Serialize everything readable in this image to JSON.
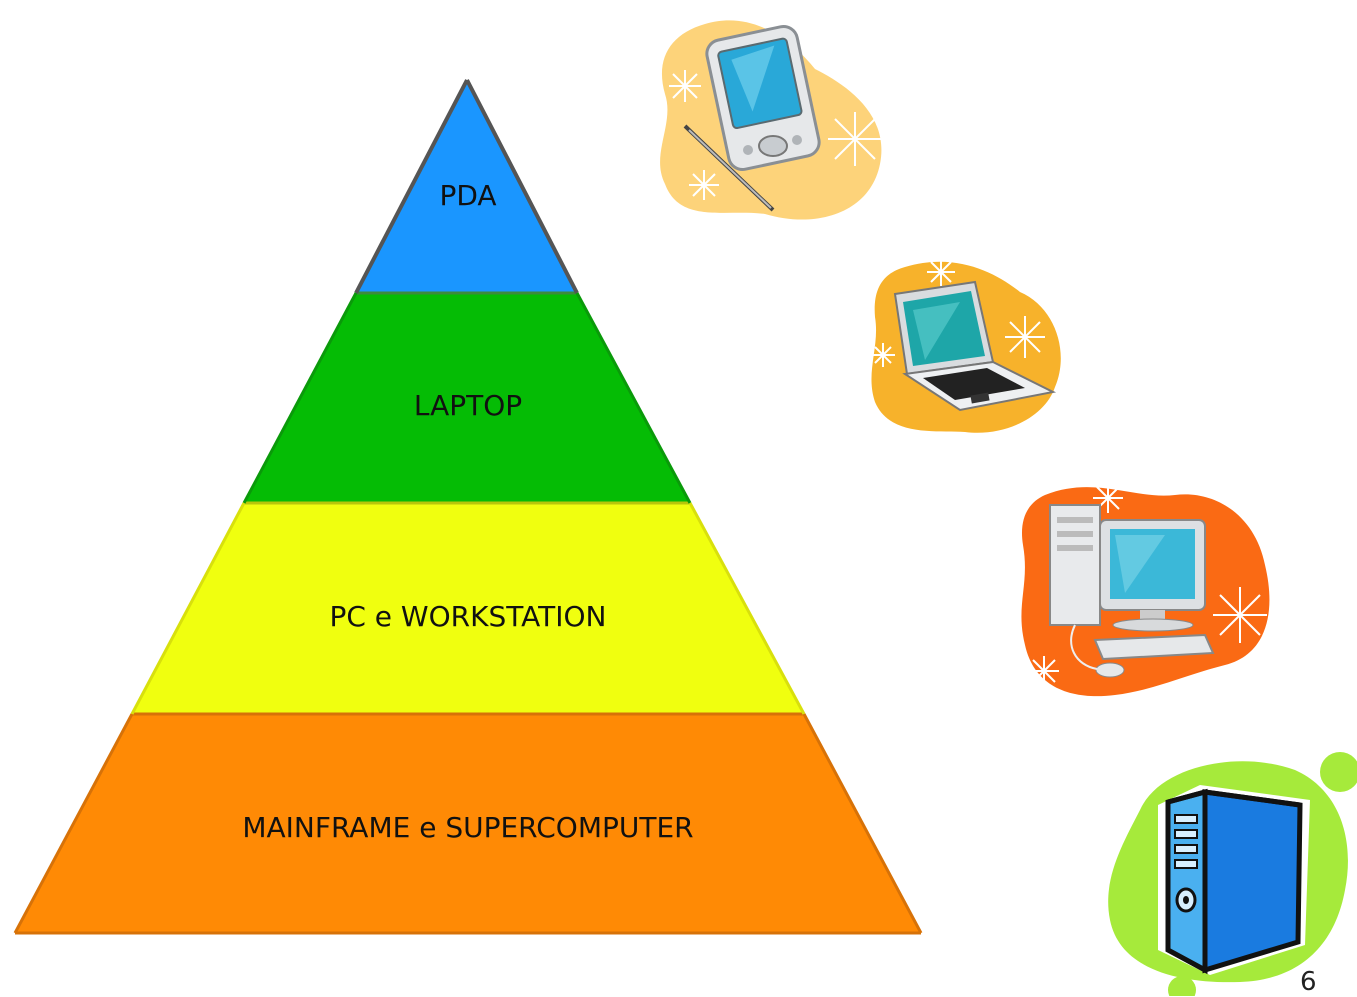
{
  "pyramid": {
    "layers": [
      {
        "label": "PDA",
        "color": "#1a96ff"
      },
      {
        "label": "LAPTOP",
        "color": "#05bc05"
      },
      {
        "label": "PC e WORKSTATION",
        "color": "#f0ff0f"
      },
      {
        "label": "MAINFRAME e SUPERCOMPUTER",
        "color": "#ff8a05"
      }
    ]
  },
  "clipart": [
    {
      "name": "pda-device-icon",
      "background": "#fdd37a"
    },
    {
      "name": "laptop-icon",
      "background": "#f7b22b"
    },
    {
      "name": "desktop-pc-icon",
      "background": "#fa6a14"
    },
    {
      "name": "server-tower-icon",
      "background": "#a6ea3b"
    }
  ],
  "page_number": "6"
}
